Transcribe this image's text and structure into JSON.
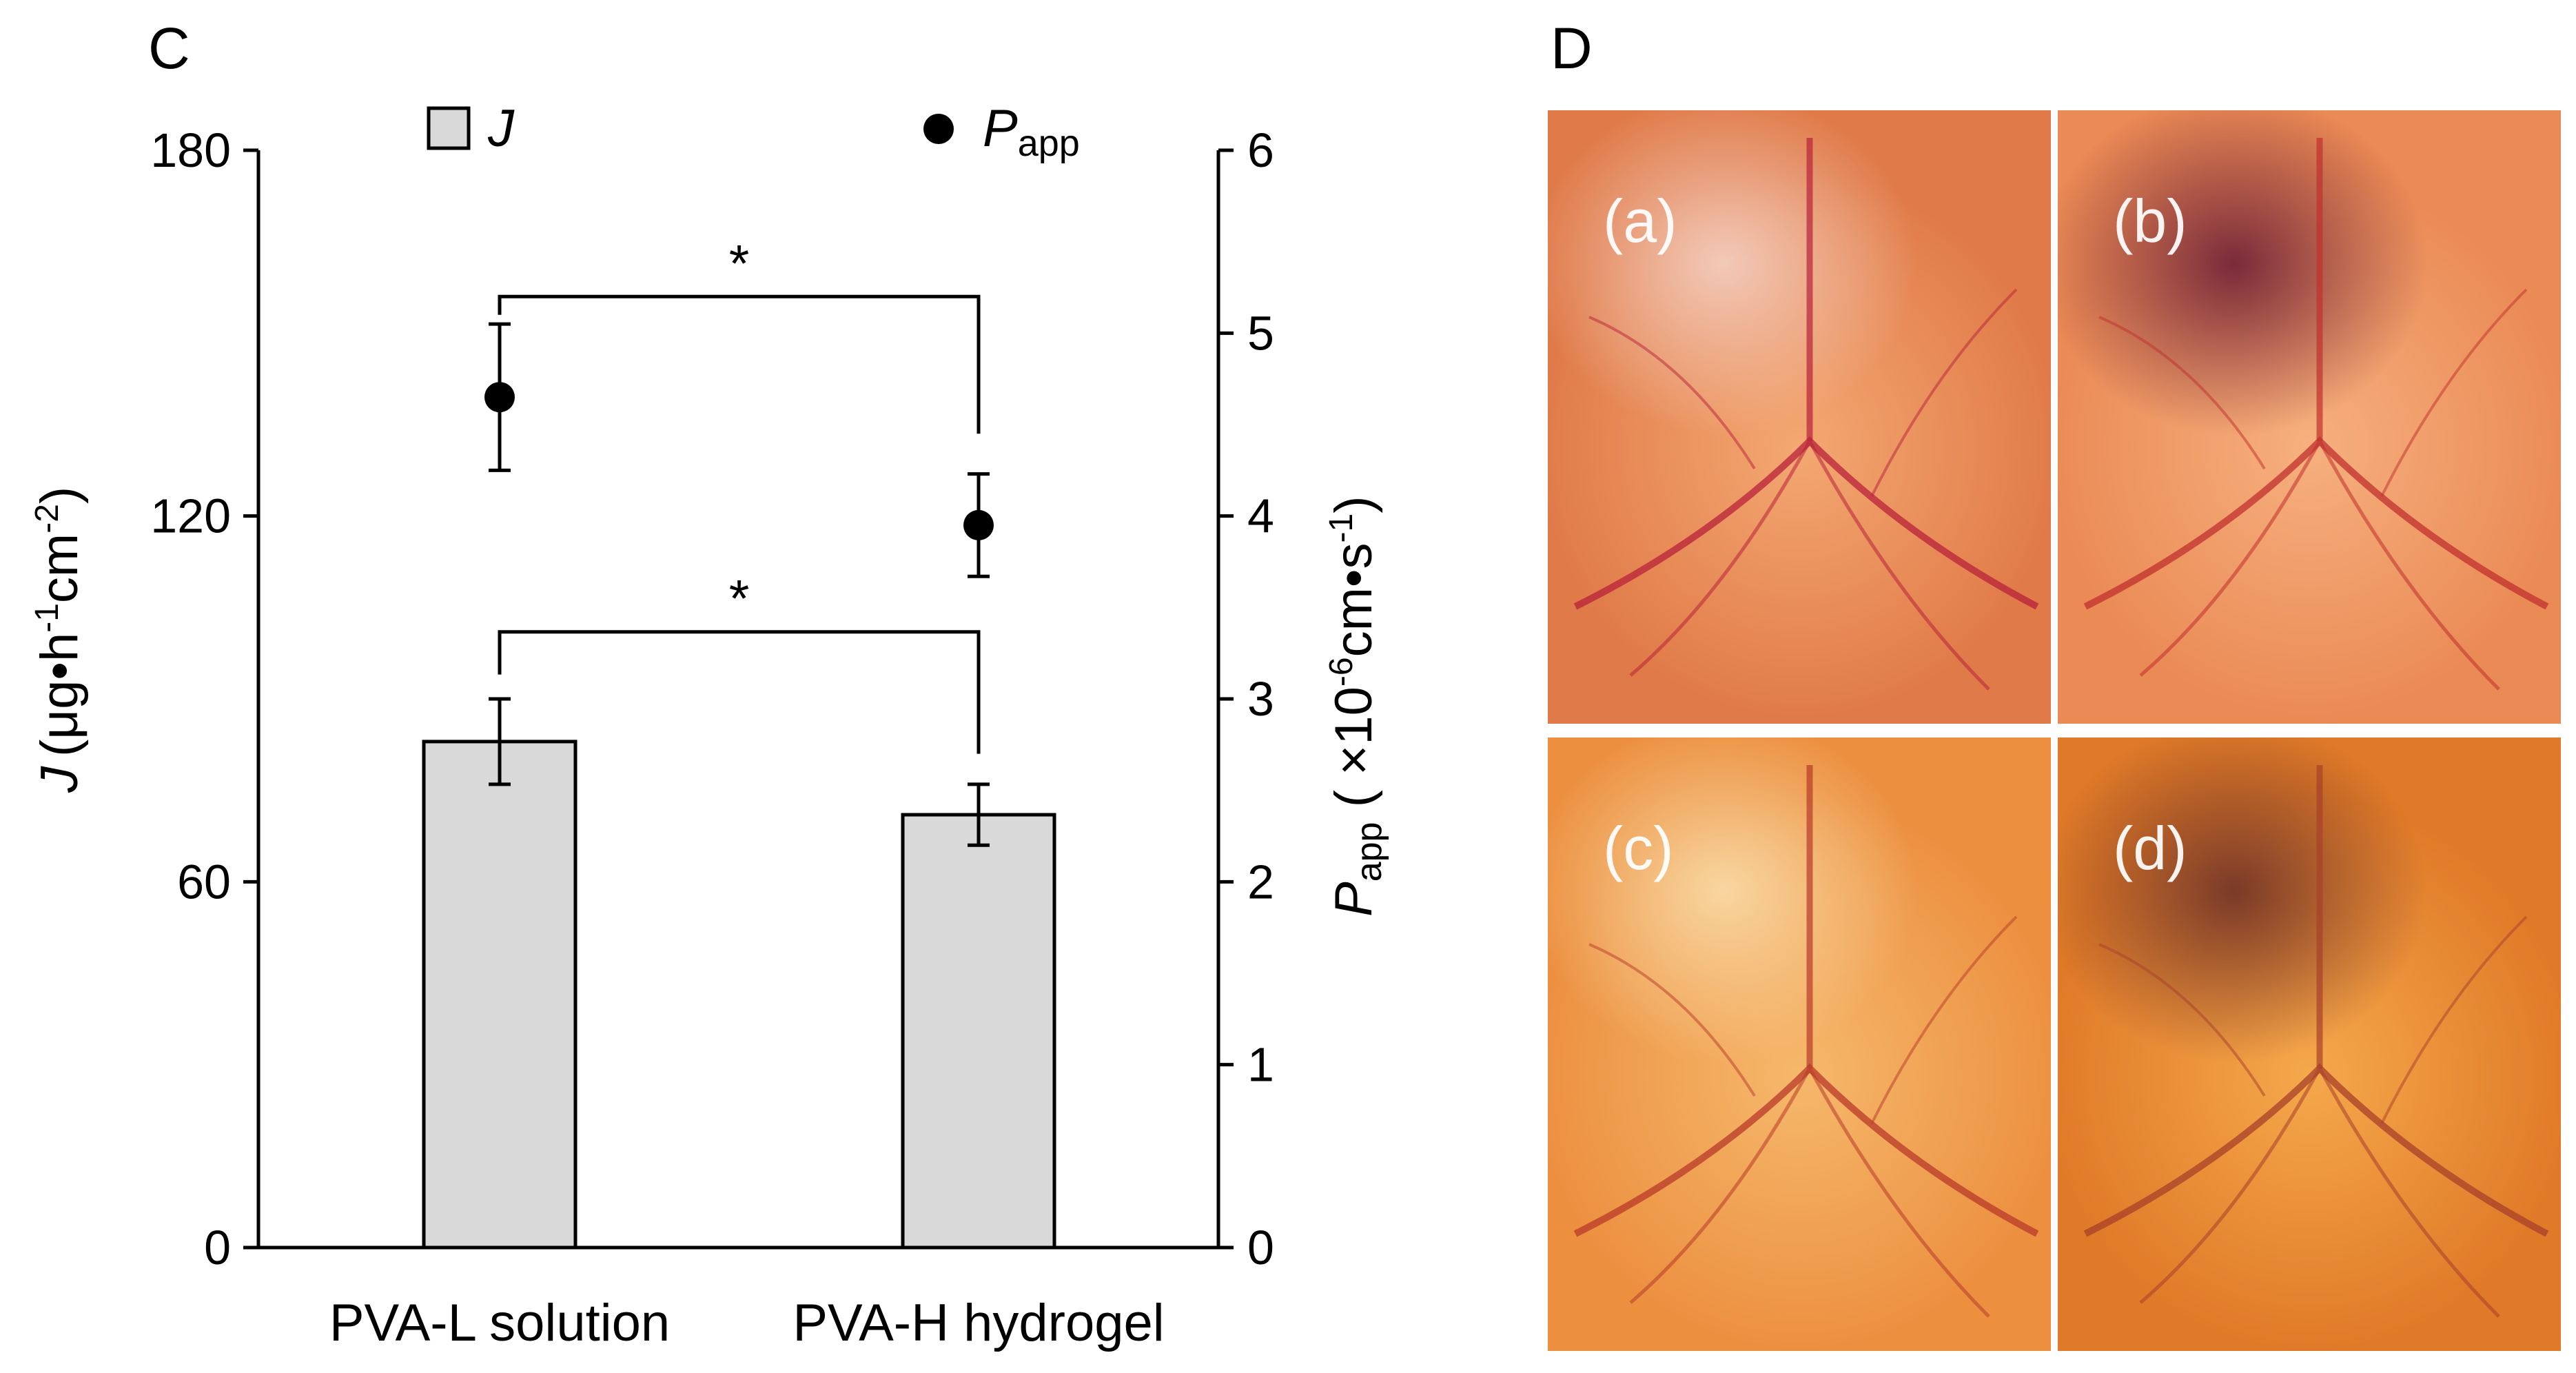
{
  "panels": {
    "left": "C",
    "right": "D"
  },
  "chart_data": {
    "type": "bar",
    "categories": [
      "PVA-L solution",
      "PVA-H hydrogel"
    ],
    "legend": {
      "bar": "J",
      "point_main": "P",
      "point_sub": "app"
    },
    "y_left": {
      "label_main": "J",
      "label_rest": "(μg•h",
      "label_sup1": "-1",
      "label_mid": "cm",
      "label_sup2": "-2",
      "label_end": ")",
      "range": [
        0,
        180
      ],
      "ticks": [
        "0",
        "60",
        "120",
        "180"
      ]
    },
    "y_right": {
      "label_main": "P",
      "label_sub": "app",
      "label_open": " ( ×10",
      "label_sup1": "-6",
      "label_mid": "cm•s",
      "label_sup2": "-1",
      "label_end": ")",
      "range": [
        0,
        6
      ],
      "ticks": [
        "0",
        "1",
        "2",
        "3",
        "4",
        "5",
        "6"
      ]
    },
    "series": [
      {
        "name": "J",
        "axis": "left",
        "kind": "bar",
        "values": [
          83,
          71
        ],
        "errors": [
          7,
          5
        ]
      },
      {
        "name": "Papp",
        "axis": "right",
        "kind": "point",
        "values": [
          4.65,
          3.95
        ],
        "errors": [
          0.4,
          0.28
        ]
      }
    ],
    "significance": [
      {
        "label": "*",
        "between": [
          "PVA-L solution",
          "PVA-H hydrogel"
        ],
        "series": "Papp"
      },
      {
        "label": "*",
        "between": [
          "PVA-L solution",
          "PVA-H hydrogel"
        ],
        "series": "J"
      }
    ],
    "grid": false
  },
  "photos": [
    {
      "label": "(a)",
      "colors": [
        "#f4a872",
        "#e07a48",
        "#b8223a",
        "#f2c9b8"
      ]
    },
    {
      "label": "(b)",
      "colors": [
        "#f6b07e",
        "#ea8a55",
        "#c0302e",
        "#7a2a3a"
      ]
    },
    {
      "label": "(c)",
      "colors": [
        "#f6b86c",
        "#ec9040",
        "#b83a2a",
        "#f8d6a0"
      ]
    },
    {
      "label": "(d)",
      "colors": [
        "#f5a84c",
        "#e07a28",
        "#a8402a",
        "#7a3a28"
      ]
    }
  ]
}
